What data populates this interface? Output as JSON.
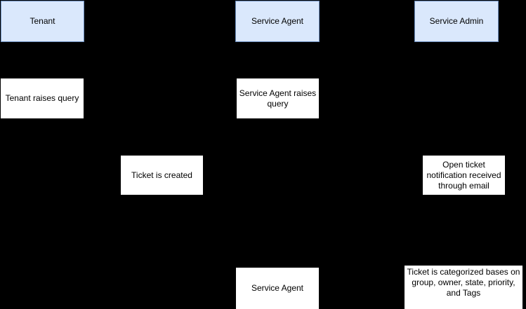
{
  "diagram": {
    "colors": {
      "background": "#000000",
      "actor_fill": "#dae8fc",
      "actor_stroke": "#6c8ebf",
      "step_fill": "#ffffff",
      "step_stroke": "#000000",
      "text": "#000000"
    },
    "nodes": [
      {
        "id": "tenant-actor",
        "kind": "actor",
        "label": "Tenant"
      },
      {
        "id": "service-agent-actor",
        "kind": "actor",
        "label": "Service Agent"
      },
      {
        "id": "service-admin-actor",
        "kind": "actor",
        "label": "Service Admin"
      },
      {
        "id": "tenant-raises-query",
        "kind": "step",
        "label": "Tenant raises query"
      },
      {
        "id": "service-agent-raises-query",
        "kind": "step",
        "label": "Service Agent raises\nquery"
      },
      {
        "id": "ticket-created",
        "kind": "step",
        "label": "Ticket is created"
      },
      {
        "id": "open-ticket-notification",
        "kind": "step",
        "label": "Open ticket\nnotification received\nthrough email"
      },
      {
        "id": "service-agent-step",
        "kind": "step",
        "label": "Service Agent"
      },
      {
        "id": "ticket-categorized",
        "kind": "step",
        "label": "Ticket is categorized bases on\ngroup, owner, state, priority,\nand Tags"
      }
    ]
  }
}
